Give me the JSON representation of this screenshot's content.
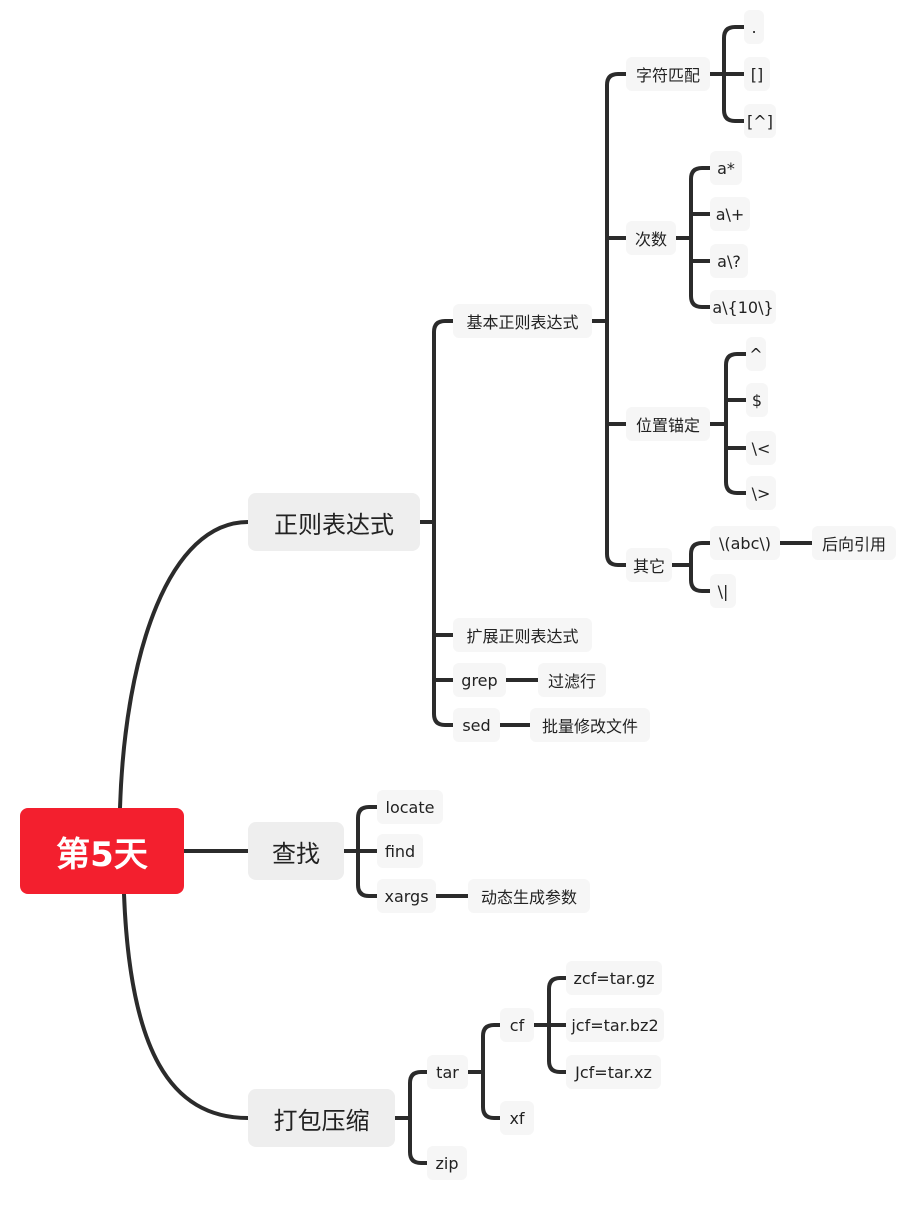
{
  "root": {
    "label": "第5天"
  },
  "regex": {
    "label": "正则表达式",
    "basic": {
      "label": "基本正则表达式",
      "chars": {
        "label": "字符匹配",
        "items": [
          ".",
          "[]",
          "[^]"
        ]
      },
      "count": {
        "label": "次数",
        "items": [
          "a*",
          "a\\+",
          "a\\?",
          "a\\{10\\}"
        ]
      },
      "anchor": {
        "label": "位置锚定",
        "items": [
          "^",
          "$",
          "\\<",
          "\\>"
        ]
      },
      "other": {
        "label": "其它",
        "group": "\\(abc\\)",
        "backref": "后向引用",
        "pipe": "\\|"
      }
    },
    "extended": "扩展正则表达式",
    "grep": {
      "label": "grep",
      "desc": "过滤行"
    },
    "sed": {
      "label": "sed",
      "desc": "批量修改文件"
    }
  },
  "find_group": {
    "label": "查找",
    "locate": "locate",
    "find": "find",
    "xargs": {
      "label": "xargs",
      "desc": "动态生成参数"
    }
  },
  "archive": {
    "label": "打包压缩",
    "tar": {
      "label": "tar",
      "cf": {
        "label": "cf",
        "items": [
          "zcf=tar.gz",
          "jcf=tar.bz2",
          "Jcf=tar.xz"
        ]
      },
      "xf": "xf"
    },
    "zip": "zip"
  }
}
